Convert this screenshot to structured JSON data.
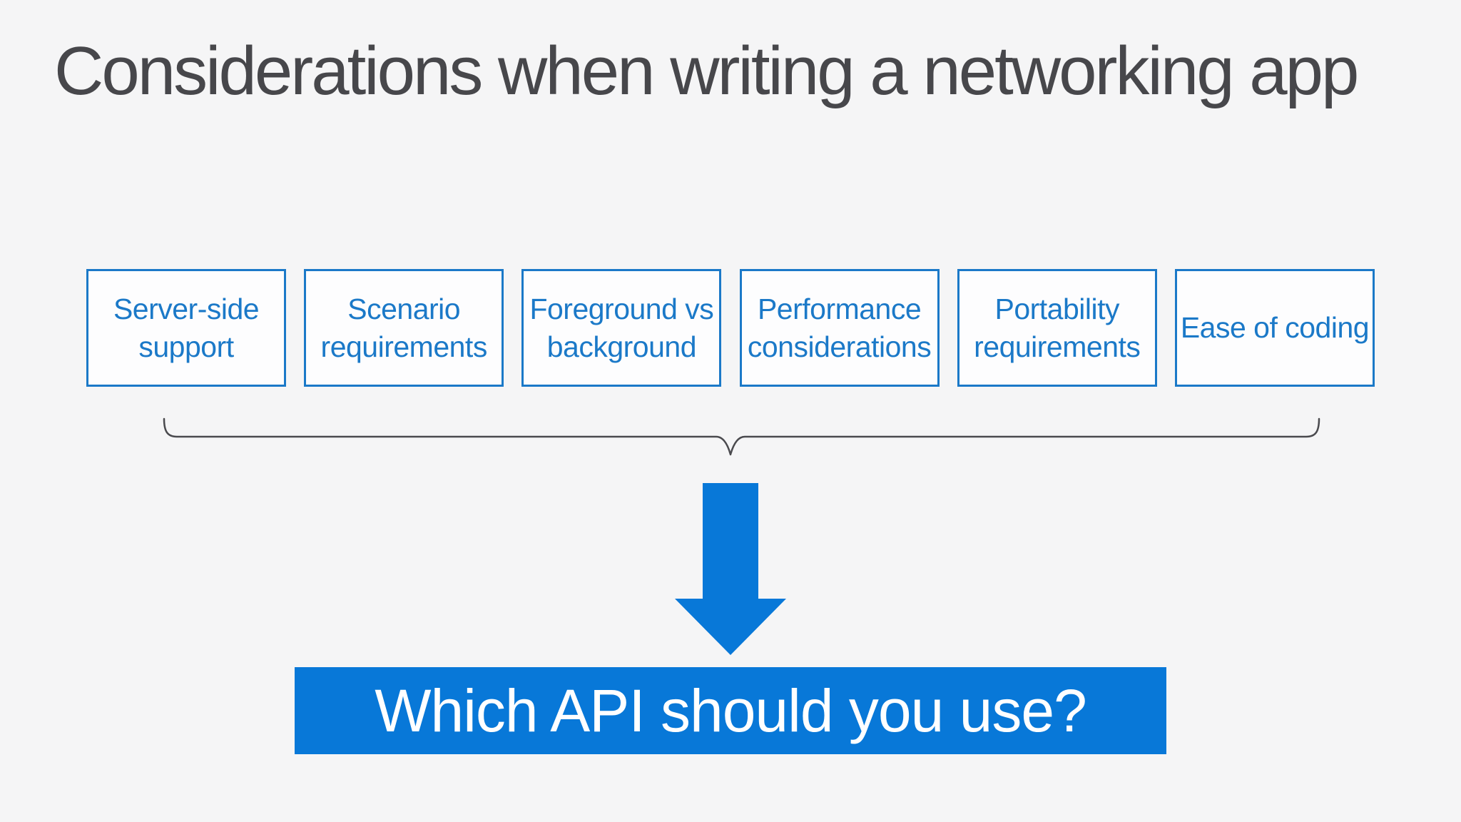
{
  "slide": {
    "title": "Considerations when writing a networking app",
    "considerations": [
      {
        "label": "Server-side support"
      },
      {
        "label": "Scenario requirements"
      },
      {
        "label": "Foreground vs background"
      },
      {
        "label": "Performance considerations"
      },
      {
        "label": "Portability requirements"
      },
      {
        "label": "Ease of coding"
      }
    ],
    "question": "Which API should you use?"
  },
  "icons": {
    "brace": "horizontal-brace-pointing-down",
    "arrow": "down-arrow"
  },
  "colors": {
    "background": "#f5f5f6",
    "title_text": "#47474b",
    "box_fill": "#fdfdfe",
    "box_border": "#1b79c8",
    "box_text": "#1b79c8",
    "brace": "#4a4a4e",
    "arrow": "#0878d8",
    "banner_bg": "#0878d8",
    "banner_text": "#ffffff"
  }
}
